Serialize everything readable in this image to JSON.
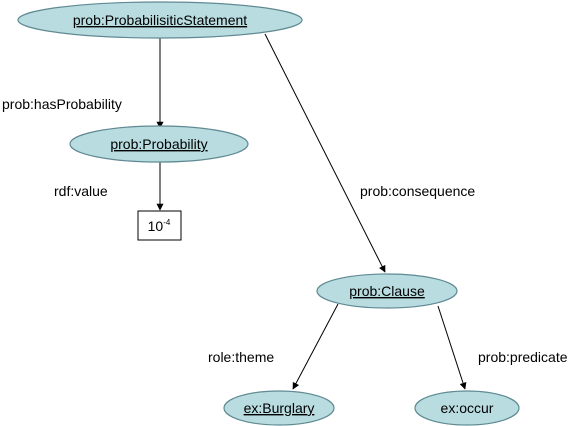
{
  "nodes": {
    "statement": "prob:ProbabilisiticStatement",
    "probability": "prob:Probability",
    "clause": "prob:Clause",
    "burglary": "ex:Burglary",
    "occur": "ex:occur"
  },
  "literal": {
    "base": "10",
    "exponent": "-4"
  },
  "edges": {
    "has_probability": "prob:hasProbability",
    "rdf_value": "rdf:value",
    "consequence": "prob:consequence",
    "theme": "role:theme",
    "predicate": "prob:predicate"
  },
  "colors": {
    "node_fill": "#b8dce0",
    "node_stroke": "#5f8a93"
  }
}
